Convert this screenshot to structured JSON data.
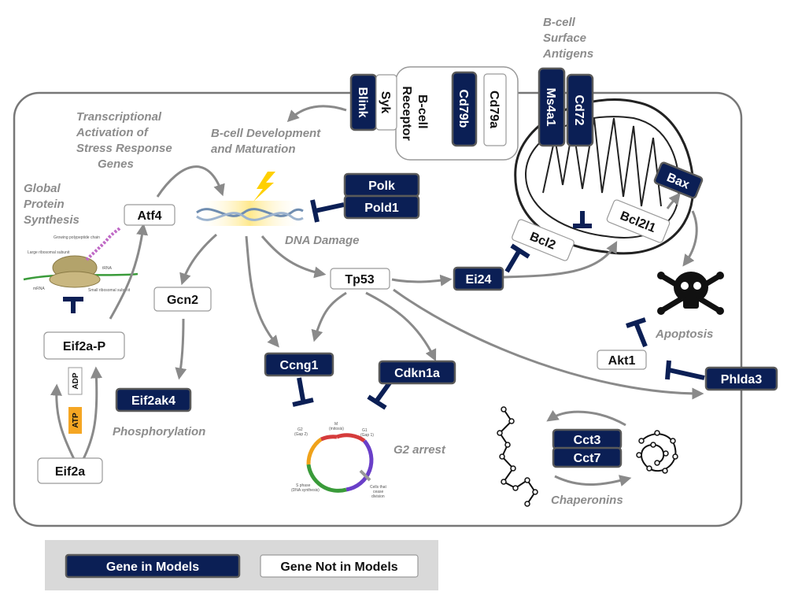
{
  "labels": {
    "global_protein_synthesis": [
      "Global",
      "Protein",
      "Synthesis"
    ],
    "transcriptional_activation": [
      "Transcriptional",
      "Activation of",
      "Stress Response",
      "Genes"
    ],
    "bcell_development": [
      "B-cell Development",
      "and Maturation"
    ],
    "bcell_surface_antigens": [
      "B-cell",
      "Surface",
      "Antigens"
    ],
    "dna_damage": "DNA Damage",
    "phosphorylation": "Phosphorylation",
    "g2_arrest": "G2 arrest",
    "apoptosis": "Apoptosis",
    "chaperonins": "Chaperonins"
  },
  "genes": {
    "blink": "Blink",
    "syk": "Syk",
    "bcell_receptor": [
      "B-cell",
      "Receptor"
    ],
    "cd79b": "Cd79b",
    "cd79a": "Cd79a",
    "ms4a1": "Ms4a1",
    "cd72": "Cd72",
    "polk": "Polk",
    "pold1": "Pold1",
    "atf4": "Atf4",
    "gcn2": "Gcn2",
    "eif2a_p": "Eif2a-P",
    "eif2ak4": "Eif2ak4",
    "eif2a": "Eif2a",
    "tp53": "Tp53",
    "ei24": "Ei24",
    "bcl2": "Bcl2",
    "bcl2l1": "Bcl2l1",
    "bax": "Bax",
    "ccng1": "Ccng1",
    "cdkn1a": "Cdkn1a",
    "akt1": "Akt1",
    "phlda3": "Phlda3",
    "cct3": "Cct3",
    "cct7": "Cct7"
  },
  "energy": {
    "adp": "ADP",
    "atp": "ATP"
  },
  "ribosome_labels": {
    "growing_chain": "Growing polypeptide chain",
    "large_subunit": "Large ribosomal subunit",
    "trna": "tRNA",
    "mrna": "mRNA",
    "small_subunit": "Small ribosomal subunit"
  },
  "cell_cycle_labels": {
    "m": [
      "M",
      "(mitosis)"
    ],
    "g1": [
      "G1",
      "(Gap 1)"
    ],
    "g2": [
      "G2",
      "(Gap 2)"
    ],
    "s": [
      "S phase",
      "(DNA synthesis)"
    ],
    "cease": [
      "Cells that",
      "cease",
      "division"
    ]
  },
  "legend": {
    "in_models": "Gene in Models",
    "not_in_models": "Gene Not in Models"
  },
  "colors": {
    "gene_in_model": "#0b1f55",
    "gene_not_in_model": "#ffffff",
    "arrow": "#8a8a8a",
    "italic_label": "#8c8c8c",
    "cell_border": "#777777"
  }
}
